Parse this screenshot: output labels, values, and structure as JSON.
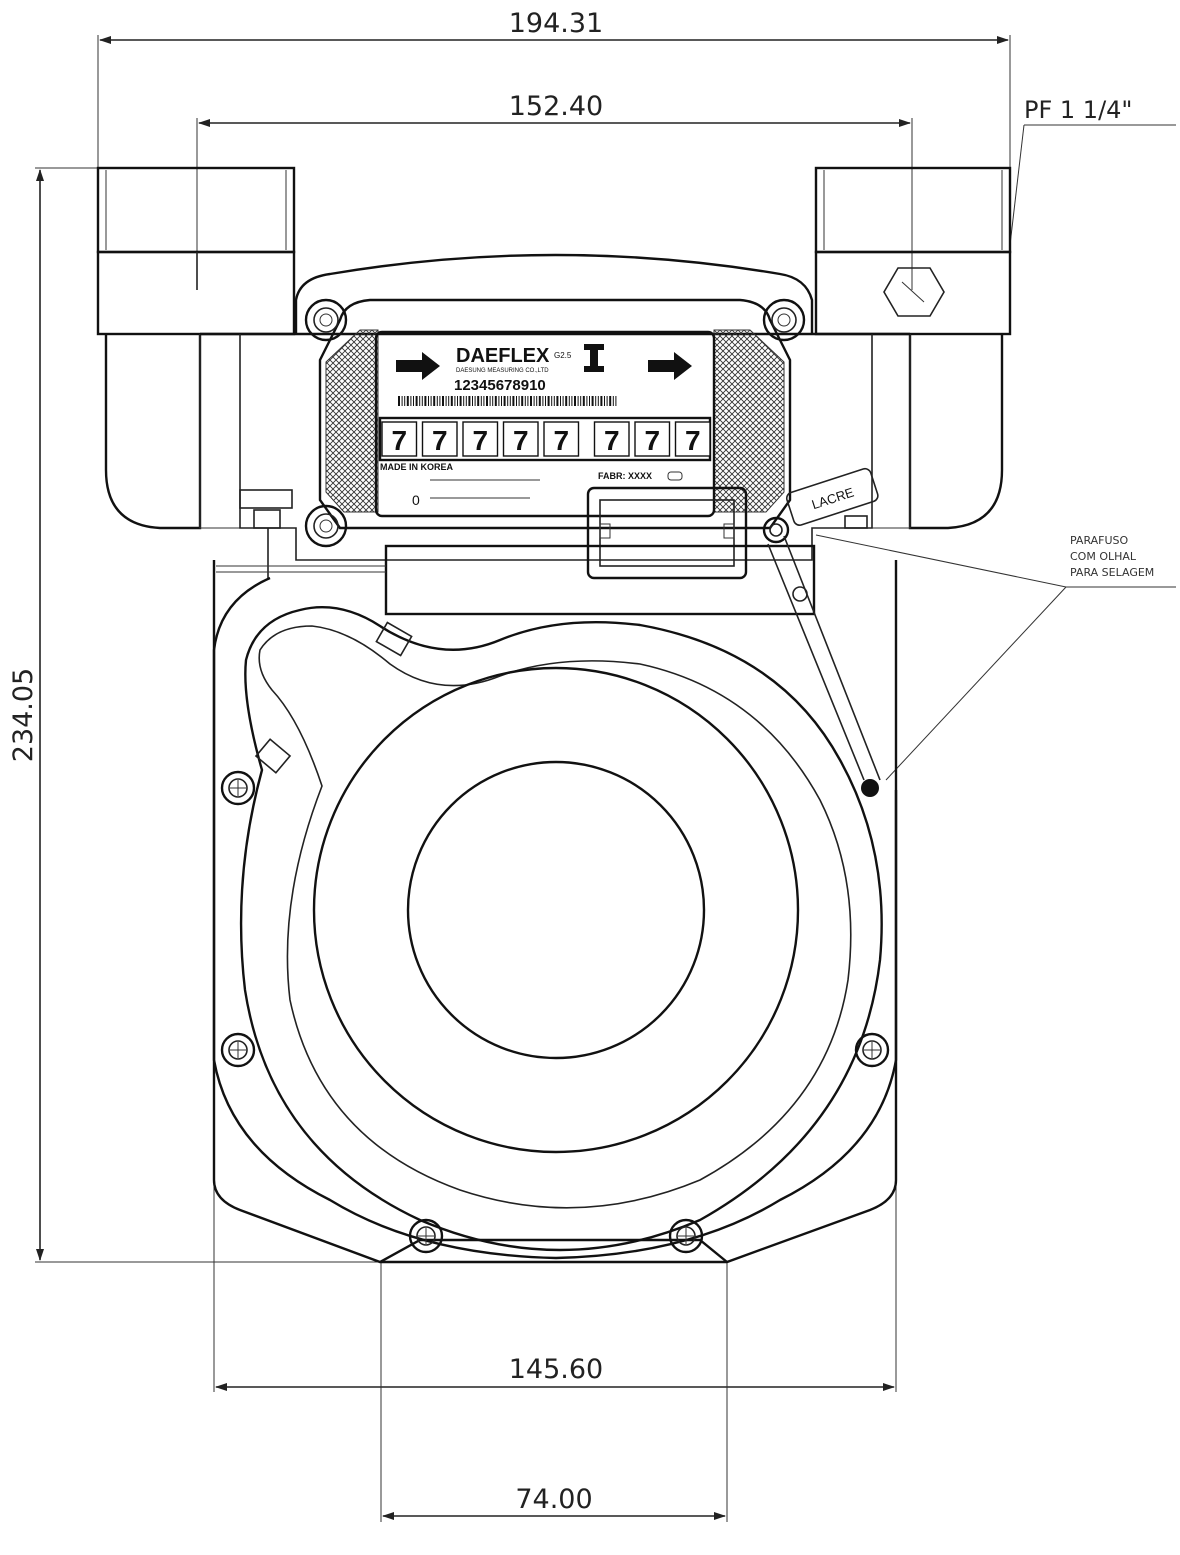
{
  "dimensions": {
    "overall_width": "194.31",
    "port_spacing": "152.40",
    "overall_height": "234.05",
    "body_width": "145.60",
    "base_width": "74.00"
  },
  "thread_label": "PF 1 1/4\"",
  "seal_callout": [
    "PARAFUSO",
    "COM OLHAL",
    "PARA SELAGEM"
  ],
  "seal_tag": "LACRE",
  "nameplate": {
    "brand": "DAEFLEX",
    "brand_suffix": "G2.5",
    "manufacturer": "DAESUNG MEASURING CO.,LTD",
    "serial": "12345678910",
    "digits": [
      "7",
      "7",
      "7",
      "7",
      "7",
      "7",
      "7",
      "7"
    ],
    "origin": "MADE IN KOREA",
    "fabr": "FABR: XXXX",
    "zero": "0"
  },
  "colors": {
    "line": "#222222",
    "background": "#ffffff"
  }
}
